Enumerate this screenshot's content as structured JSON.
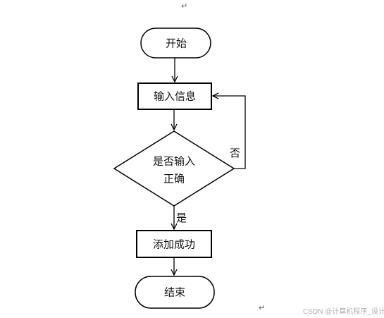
{
  "diagram": {
    "nodes": {
      "start": "开始",
      "input": "输入信息",
      "decision_line1": "是否输入",
      "decision_line2": "正确",
      "success": "添加成功",
      "end": "结束"
    },
    "edges": {
      "yes": "是",
      "no": "否"
    }
  },
  "marks": {
    "paragraph": "↵"
  },
  "watermark": "CSDN @计算机程序_设计"
}
